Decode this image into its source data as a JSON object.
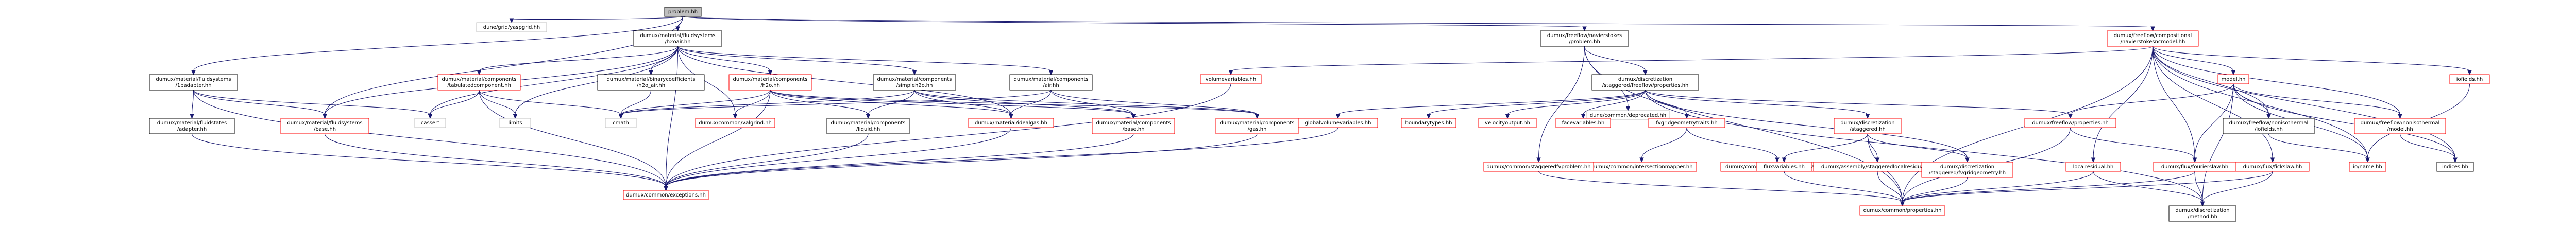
{
  "diagram": {
    "type": "include-dependency-graph",
    "colors": {
      "edge": "#191970",
      "root_fill": "#bfbfbf",
      "root_stroke": "#000000",
      "documented_stroke": "#000000",
      "undocumented_stroke": "#ff0000",
      "external_stroke": "#bfbfbf",
      "text": "#000000"
    },
    "nodes": [
      {
        "id": "n0",
        "label": "problem.hh",
        "kind": "root"
      },
      {
        "id": "n1",
        "label": "dune/grid/yaspgrid.hh",
        "kind": "external"
      },
      {
        "id": "n2",
        "label": "dumux/material/fluidsystems\n/h2oair.hh",
        "kind": "documented"
      },
      {
        "id": "n3",
        "label": "dumux/freeflow/navierstokes\n/problem.hh",
        "kind": "documented"
      },
      {
        "id": "n4",
        "label": "dumux/freeflow/compositional\n/navierstokesncmodel.hh",
        "kind": "undocumented"
      },
      {
        "id": "n5",
        "label": "dumux/material/fluidsystems\n/1padapter.hh",
        "kind": "documented"
      },
      {
        "id": "n6",
        "label": "dumux/material/components\n/tabulatedcomponent.hh",
        "kind": "undocumented"
      },
      {
        "id": "n7",
        "label": "dumux/material/binarycoefficients\n/h2o_air.hh",
        "kind": "documented"
      },
      {
        "id": "n8",
        "label": "dumux/material/components\n/h2o.hh",
        "kind": "undocumented"
      },
      {
        "id": "n9",
        "label": "dumux/material/components\n/simpleh2o.hh",
        "kind": "documented"
      },
      {
        "id": "n10",
        "label": "dumux/material/components\n/air.hh",
        "kind": "documented"
      },
      {
        "id": "n11",
        "label": "dumux/discretization\n/staggered/freeflow/properties.hh",
        "kind": "documented"
      },
      {
        "id": "n12",
        "label": "volumevariables.hh",
        "kind": "undocumented"
      },
      {
        "id": "n13",
        "label": "dune/common/deprecated.hh",
        "kind": "external"
      },
      {
        "id": "n14",
        "label": "model.hh",
        "kind": "undocumented"
      },
      {
        "id": "n15",
        "label": "iofields.hh",
        "kind": "undocumented"
      },
      {
        "id": "n16",
        "label": "dumux/material/fluidstates\n/adapter.hh",
        "kind": "documented"
      },
      {
        "id": "n17",
        "label": "dumux/material/fluidsystems\n/base.hh",
        "kind": "undocumented"
      },
      {
        "id": "n18",
        "label": "cassert",
        "kind": "external"
      },
      {
        "id": "n19",
        "label": "limits",
        "kind": "external"
      },
      {
        "id": "n20",
        "label": "cmath",
        "kind": "external"
      },
      {
        "id": "n21",
        "label": "dumux/common/exceptions.hh",
        "kind": "undocumented"
      },
      {
        "id": "n22",
        "label": "dumux/common/valgrind.hh",
        "kind": "undocumented"
      },
      {
        "id": "n23",
        "label": "dumux/material/components\n/liquid.hh",
        "kind": "documented"
      },
      {
        "id": "n24",
        "label": "dumux/material/idealgas.hh",
        "kind": "undocumented"
      },
      {
        "id": "n25",
        "label": "dumux/material/components\n/base.hh",
        "kind": "undocumented"
      },
      {
        "id": "n26",
        "label": "dumux/material/components\n/gas.hh",
        "kind": "undocumented"
      },
      {
        "id": "n27",
        "label": "globalvolumevariables.hh",
        "kind": "undocumented"
      },
      {
        "id": "n28",
        "label": "boundarytypes.hh",
        "kind": "undocumented"
      },
      {
        "id": "n29",
        "label": "velocityoutput.hh",
        "kind": "undocumented"
      },
      {
        "id": "n30",
        "label": "facevariables.hh",
        "kind": "undocumented"
      },
      {
        "id": "n31",
        "label": "fvgridgeometrytraits.hh",
        "kind": "undocumented"
      },
      {
        "id": "n32",
        "label": "dumux/discretization\n/staggered.hh",
        "kind": "undocumented"
      },
      {
        "id": "n33",
        "label": "dumux/freeflow/properties.hh",
        "kind": "undocumented"
      },
      {
        "id": "n34",
        "label": "dumux/freeflow/nonisothermal\n/iofields.hh",
        "kind": "documented"
      },
      {
        "id": "n35",
        "label": "dumux/freeflow/nonisothermal\n/model.hh",
        "kind": "undocumented"
      },
      {
        "id": "n36",
        "label": "localresidual.hh",
        "kind": "undocumented"
      },
      {
        "id": "n37",
        "label": "indices.hh",
        "kind": "documented"
      },
      {
        "id": "n38",
        "label": "dumux/common/intersectionmapper.hh",
        "kind": "undocumented"
      },
      {
        "id": "n39",
        "label": "dumux/common/defaultmappertraits.hh",
        "kind": "undocumented"
      },
      {
        "id": "n40",
        "label": "dumux/common/staggeredfvproblem.hh",
        "kind": "undocumented"
      },
      {
        "id": "n41",
        "label": "fluxvariables.hh",
        "kind": "undocumented"
      },
      {
        "id": "n42",
        "label": "dumux/assembly/staggeredlocalresidual.hh",
        "kind": "undocumented"
      },
      {
        "id": "n43",
        "label": "dumux/discretization\n/staggered/fvgridgeometry.hh",
        "kind": "undocumented"
      },
      {
        "id": "n44",
        "label": "dumux/flux/fourierslaw.hh",
        "kind": "undocumented"
      },
      {
        "id": "n45",
        "label": "dumux/flux/fickslaw.hh",
        "kind": "undocumented"
      },
      {
        "id": "n46",
        "label": "io/name.hh",
        "kind": "undocumented"
      },
      {
        "id": "n47",
        "label": "dumux/common/properties.hh",
        "kind": "undocumented"
      },
      {
        "id": "n48",
        "label": "dumux/discretization\n/method.hh",
        "kind": "documented"
      }
    ],
    "edges": [
      [
        "n0",
        "n1"
      ],
      [
        "n0",
        "n2"
      ],
      [
        "n0",
        "n3"
      ],
      [
        "n0",
        "n4"
      ],
      [
        "n0",
        "n5"
      ],
      [
        "n0",
        "n17"
      ],
      [
        "n2",
        "n6"
      ],
      [
        "n2",
        "n7"
      ],
      [
        "n2",
        "n8"
      ],
      [
        "n2",
        "n9"
      ],
      [
        "n2",
        "n10"
      ],
      [
        "n2",
        "n17"
      ],
      [
        "n2",
        "n18"
      ],
      [
        "n2",
        "n21"
      ],
      [
        "n2",
        "n22"
      ],
      [
        "n2",
        "n24"
      ],
      [
        "n2",
        "n19"
      ],
      [
        "n3",
        "n11"
      ],
      [
        "n3",
        "n13"
      ],
      [
        "n3",
        "n40"
      ],
      [
        "n3",
        "n47"
      ],
      [
        "n4",
        "n12"
      ],
      [
        "n4",
        "n14"
      ],
      [
        "n4",
        "n15"
      ],
      [
        "n4",
        "n34"
      ],
      [
        "n4",
        "n35"
      ],
      [
        "n4",
        "n36"
      ],
      [
        "n4",
        "n44"
      ],
      [
        "n4",
        "n45"
      ],
      [
        "n4",
        "n37"
      ],
      [
        "n4",
        "n47"
      ],
      [
        "n4",
        "n46"
      ],
      [
        "n5",
        "n16"
      ],
      [
        "n5",
        "n17"
      ],
      [
        "n5",
        "n18"
      ],
      [
        "n5",
        "n21"
      ],
      [
        "n6",
        "n18"
      ],
      [
        "n6",
        "n19"
      ],
      [
        "n6",
        "n20"
      ],
      [
        "n6",
        "n21"
      ],
      [
        "n7",
        "n20"
      ],
      [
        "n8",
        "n20"
      ],
      [
        "n8",
        "n21"
      ],
      [
        "n8",
        "n22"
      ],
      [
        "n8",
        "n23"
      ],
      [
        "n8",
        "n24"
      ],
      [
        "n8",
        "n25"
      ],
      [
        "n8",
        "n26"
      ],
      [
        "n9",
        "n20"
      ],
      [
        "n9",
        "n23"
      ],
      [
        "n9",
        "n24"
      ],
      [
        "n9",
        "n25"
      ],
      [
        "n9",
        "n26"
      ],
      [
        "n10",
        "n20"
      ],
      [
        "n10",
        "n24"
      ],
      [
        "n10",
        "n25"
      ],
      [
        "n10",
        "n26"
      ],
      [
        "n11",
        "n27"
      ],
      [
        "n11",
        "n28"
      ],
      [
        "n11",
        "n29"
      ],
      [
        "n11",
        "n30"
      ],
      [
        "n11",
        "n31"
      ],
      [
        "n11",
        "n32"
      ],
      [
        "n11",
        "n33"
      ],
      [
        "n11",
        "n43"
      ],
      [
        "n11",
        "n48"
      ],
      [
        "n12",
        "n21"
      ],
      [
        "n14",
        "n33"
      ],
      [
        "n14",
        "n34"
      ],
      [
        "n14",
        "n35"
      ],
      [
        "n14",
        "n37"
      ],
      [
        "n14",
        "n46"
      ],
      [
        "n14",
        "n44"
      ],
      [
        "n14",
        "n48"
      ],
      [
        "n15",
        "n46"
      ],
      [
        "n16",
        "n21"
      ],
      [
        "n17",
        "n21"
      ],
      [
        "n25",
        "n21"
      ],
      [
        "n26",
        "n21"
      ],
      [
        "n23",
        "n21"
      ],
      [
        "n24",
        "n21"
      ],
      [
        "n27",
        "n21"
      ],
      [
        "n31",
        "n38"
      ],
      [
        "n31",
        "n39"
      ],
      [
        "n32",
        "n41"
      ],
      [
        "n32",
        "n42"
      ],
      [
        "n32",
        "n43"
      ],
      [
        "n32",
        "n47"
      ],
      [
        "n33",
        "n44"
      ],
      [
        "n33",
        "n47"
      ],
      [
        "n34",
        "n46"
      ],
      [
        "n35",
        "n37"
      ],
      [
        "n36",
        "n47"
      ],
      [
        "n36",
        "n48"
      ],
      [
        "n40",
        "n47"
      ],
      [
        "n41",
        "n47"
      ],
      [
        "n42",
        "n47"
      ],
      [
        "n43",
        "n47"
      ],
      [
        "n44",
        "n47"
      ],
      [
        "n44",
        "n48"
      ],
      [
        "n45",
        "n47"
      ],
      [
        "n45",
        "n48"
      ]
    ]
  }
}
